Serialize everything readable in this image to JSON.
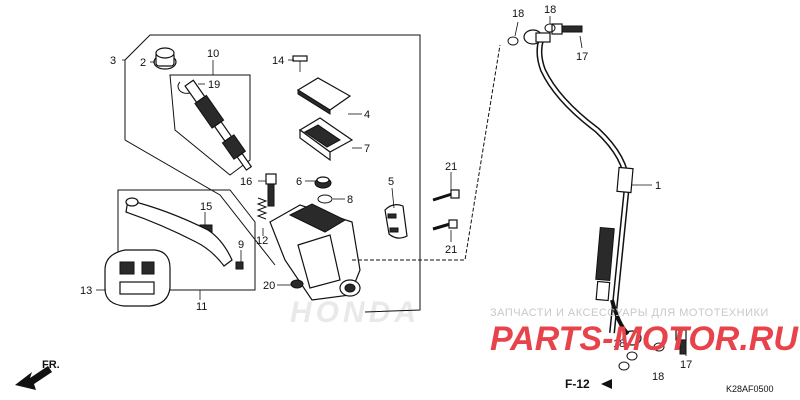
{
  "callouts": [
    {
      "id": "c1",
      "text": "1"
    },
    {
      "id": "c2",
      "text": "2"
    },
    {
      "id": "c3",
      "text": "3"
    },
    {
      "id": "c4",
      "text": "4"
    },
    {
      "id": "c5",
      "text": "5"
    },
    {
      "id": "c6",
      "text": "6"
    },
    {
      "id": "c7",
      "text": "7"
    },
    {
      "id": "c8",
      "text": "8"
    },
    {
      "id": "c9",
      "text": "9"
    },
    {
      "id": "c10",
      "text": "10"
    },
    {
      "id": "c11",
      "text": "11"
    },
    {
      "id": "c12",
      "text": "12"
    },
    {
      "id": "c13",
      "text": "13"
    },
    {
      "id": "c14",
      "text": "14"
    },
    {
      "id": "c15",
      "text": "15"
    },
    {
      "id": "c16",
      "text": "16"
    },
    {
      "id": "c17a",
      "text": "17"
    },
    {
      "id": "c17b",
      "text": "17"
    },
    {
      "id": "c18a",
      "text": "18"
    },
    {
      "id": "c18b",
      "text": "18"
    },
    {
      "id": "c18c",
      "text": "18"
    },
    {
      "id": "c18d",
      "text": "18"
    },
    {
      "id": "c19",
      "text": "19"
    },
    {
      "id": "c20",
      "text": "20"
    },
    {
      "id": "c21a",
      "text": "21"
    },
    {
      "id": "c21b",
      "text": "21"
    }
  ],
  "watermark": {
    "caption": "ЗАПЧАСТИ И АКСЕССУАРЫ ДЛЯ МОТОТЕХНИКИ",
    "logo": "PARTS-MOTOR.RU",
    "background_logo": "HONDA",
    "logo_color": "#e8434b"
  },
  "front_arrow": "FR.",
  "reference": "F-12",
  "diagram_code": "K28AF0500"
}
